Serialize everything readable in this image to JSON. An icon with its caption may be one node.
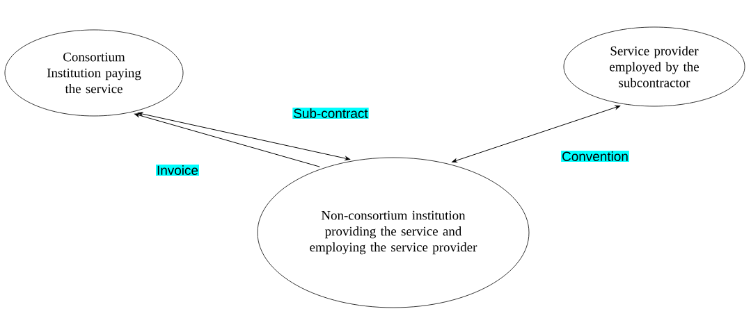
{
  "diagram": {
    "nodes": [
      {
        "text": [
          "Consortium Institution paying the service"
        ]
      },
      {
        "text": [
          "Service provider employed by the subcontractor"
        ]
      },
      {
        "text": [
          "Non-consortium institution providing the service and employing the service provider"
        ]
      }
    ],
    "edges": [
      {
        "from": 2,
        "to": 0,
        "arrow": "to",
        "label": "Invoice"
      },
      {
        "from": 0,
        "to": 2,
        "arrow": "both",
        "label": "Sub-contract"
      },
      {
        "from": 2,
        "to": 1,
        "arrow": "both",
        "label": "Convention"
      }
    ]
  }
}
